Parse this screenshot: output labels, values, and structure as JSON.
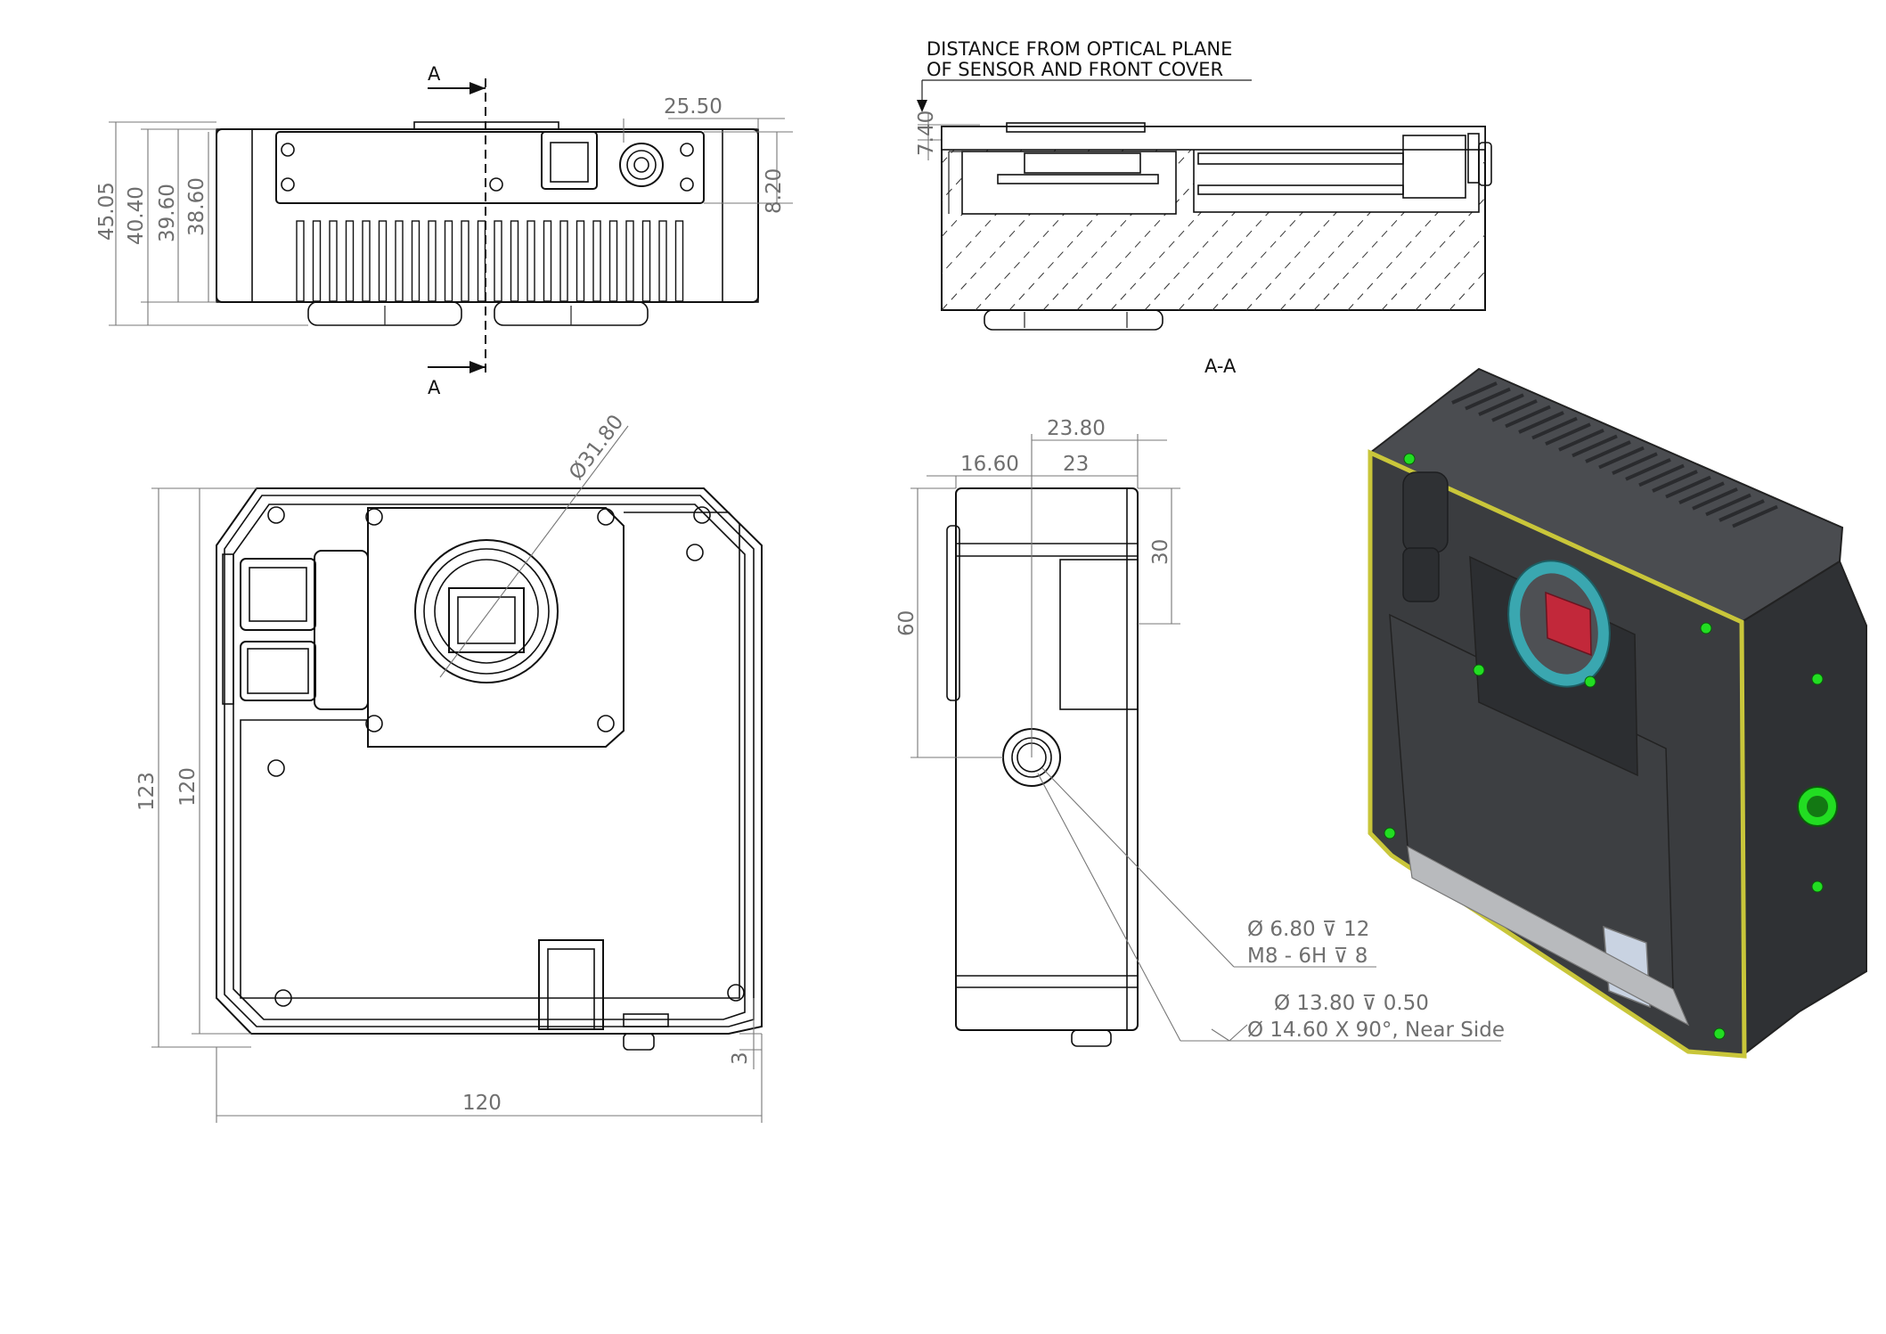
{
  "section_marker": {
    "letter_top": "A",
    "letter_bottom": "A"
  },
  "front_view": {
    "dims": {
      "d1": "45.05",
      "d2": "40.40",
      "d3": "39.60",
      "d4": "38.60",
      "d5": "25.50",
      "d6": "8.20"
    }
  },
  "section_view": {
    "note_line1": "DISTANCE FROM OPTICAL PLANE",
    "note_line2": "OF SENSOR AND FRONT COVER",
    "dim_offset": "7.40",
    "label": "A-A"
  },
  "top_view": {
    "dims": {
      "diameter": "Ø31.80",
      "h1": "123",
      "h2": "120",
      "w": "120",
      "base": "3"
    }
  },
  "side_view": {
    "dims": {
      "a": "23.80",
      "b": "16.60",
      "c": "23",
      "d": "30",
      "e": "60"
    },
    "callouts": {
      "line1": "Ø 6.80 ⊽ 12",
      "line2": "M8 - 6H ⊽ 8",
      "line3": "Ø 13.80 ⊽ 0.50",
      "line4": "Ø 14.60 X 90°, Near Side"
    }
  },
  "iso_view": {
    "colors": {
      "body": "#3a3c3f",
      "body_top": "#4a4c50",
      "side": "#2f3134",
      "accent": "#c9c63a",
      "led": "#22dd22",
      "sensor": "#c2283a",
      "ring": "#3aa7b0"
    }
  }
}
